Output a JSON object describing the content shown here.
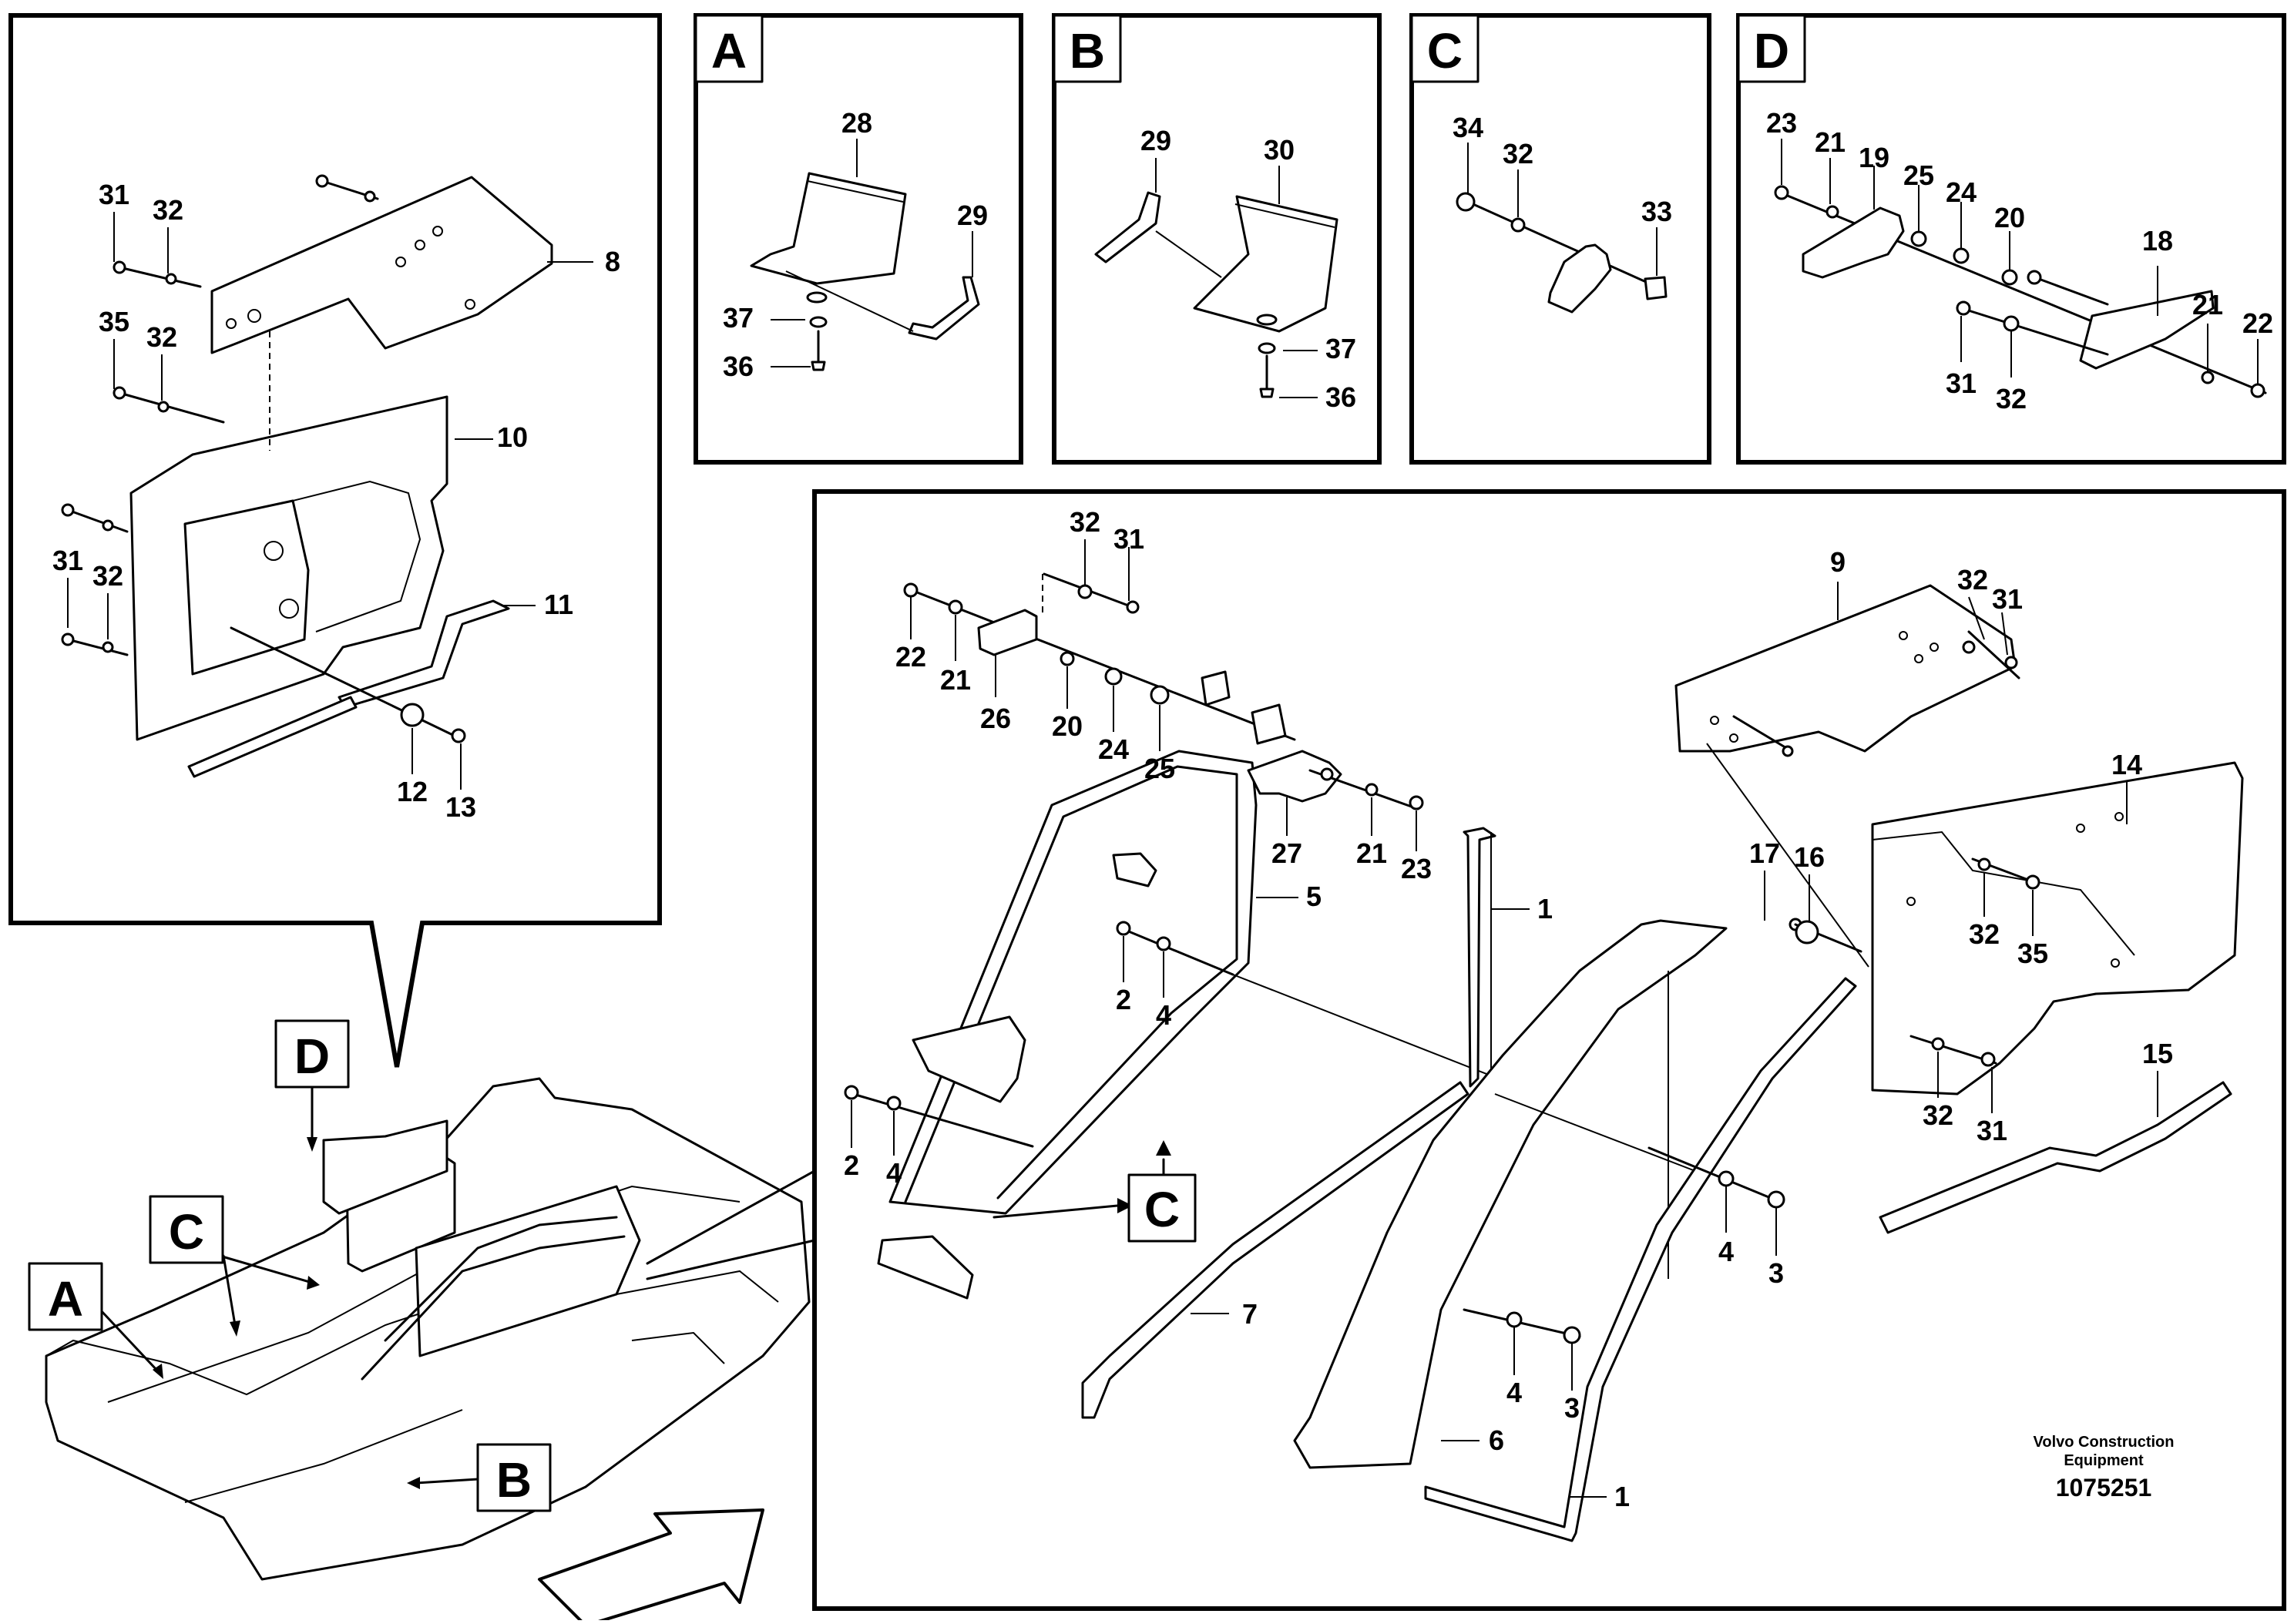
{
  "panels": {
    "detail_top_left": {
      "callouts": [
        "31",
        "32",
        "8",
        "35",
        "32",
        "10",
        "31",
        "32",
        "11",
        "12",
        "13"
      ]
    },
    "view_a": {
      "tag": "A",
      "callouts": [
        "28",
        "29",
        "37",
        "36"
      ]
    },
    "view_b": {
      "tag": "B",
      "callouts": [
        "29",
        "30",
        "37",
        "36"
      ]
    },
    "view_c": {
      "tag": "C",
      "callouts": [
        "34",
        "32",
        "33"
      ]
    },
    "view_d": {
      "tag": "D",
      "callouts": [
        "23",
        "21",
        "19",
        "25",
        "24",
        "20",
        "18",
        "21",
        "22",
        "31",
        "32"
      ]
    },
    "main_assembly": {
      "callouts": [
        "32",
        "31",
        "22",
        "21",
        "26",
        "20",
        "24",
        "25",
        "27",
        "21",
        "23",
        "5",
        "1",
        "2",
        "4",
        "2",
        "4",
        "7",
        "6",
        "1",
        "4",
        "3",
        "4",
        "3",
        "9",
        "32",
        "31",
        "14",
        "17",
        "16",
        "32",
        "35",
        "15",
        "32",
        "31"
      ],
      "view_tag": "C"
    },
    "overview": {
      "tags": [
        "D",
        "C",
        "A",
        "B"
      ]
    }
  },
  "credit": {
    "line1": "Volvo Construction",
    "line2": "Equipment",
    "doc_number": "1075251"
  }
}
